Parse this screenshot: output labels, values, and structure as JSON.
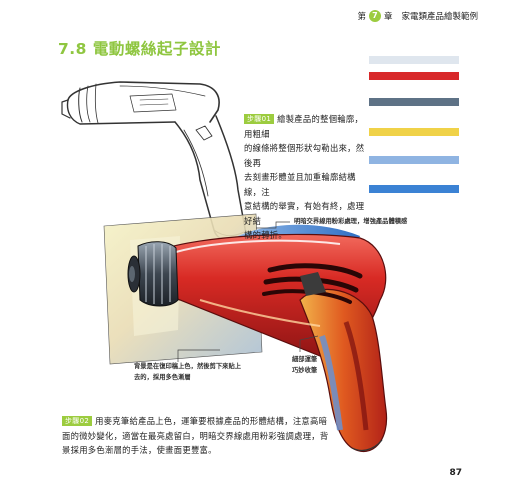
{
  "header": {
    "chapter_prefix": "第",
    "chapter_number": "7",
    "chapter_suffix": "章",
    "chapter_title": "家電類產品繪製範例"
  },
  "section": {
    "title": "7.8 電動螺絲起子設計"
  },
  "swatch_colors": [
    "#dfe6ee",
    "#d8282a",
    "#5e7286",
    "#f0d248",
    "#8fb4e2",
    "#3b82d4"
  ],
  "step1": {
    "tag": "步驟01",
    "text_lines": [
      "繪製產品的整個輪廓，用粗細",
      "的線條將整個形狀勾勒出來，然後再",
      "去刻畫形體並且加重輪廓結構線，注",
      "意結構的舉實，有始有終，處理好結",
      "構的轉折。"
    ]
  },
  "callouts": {
    "top_right": "明暗交界線用粉彩處理，增強產品體積感",
    "bottom_left_line1": "背景是在復印稿上色，然後剪下來貼上",
    "bottom_left_line2": "去的，採用多色漸層",
    "bottom_right_line1": "細部運筆",
    "bottom_right_line2": "巧妙收筆"
  },
  "step2": {
    "tag": "步驟02",
    "text_lines": [
      "用麥克筆給產品上色，運筆要根據產品的形體結構，注意高暗",
      "面的微妙變化，適當在最亮處留白，明暗交界線處用粉彩強調處理，背",
      "景採用多色漸層的手法，使畫面更豐富。"
    ]
  },
  "page_number": "87"
}
